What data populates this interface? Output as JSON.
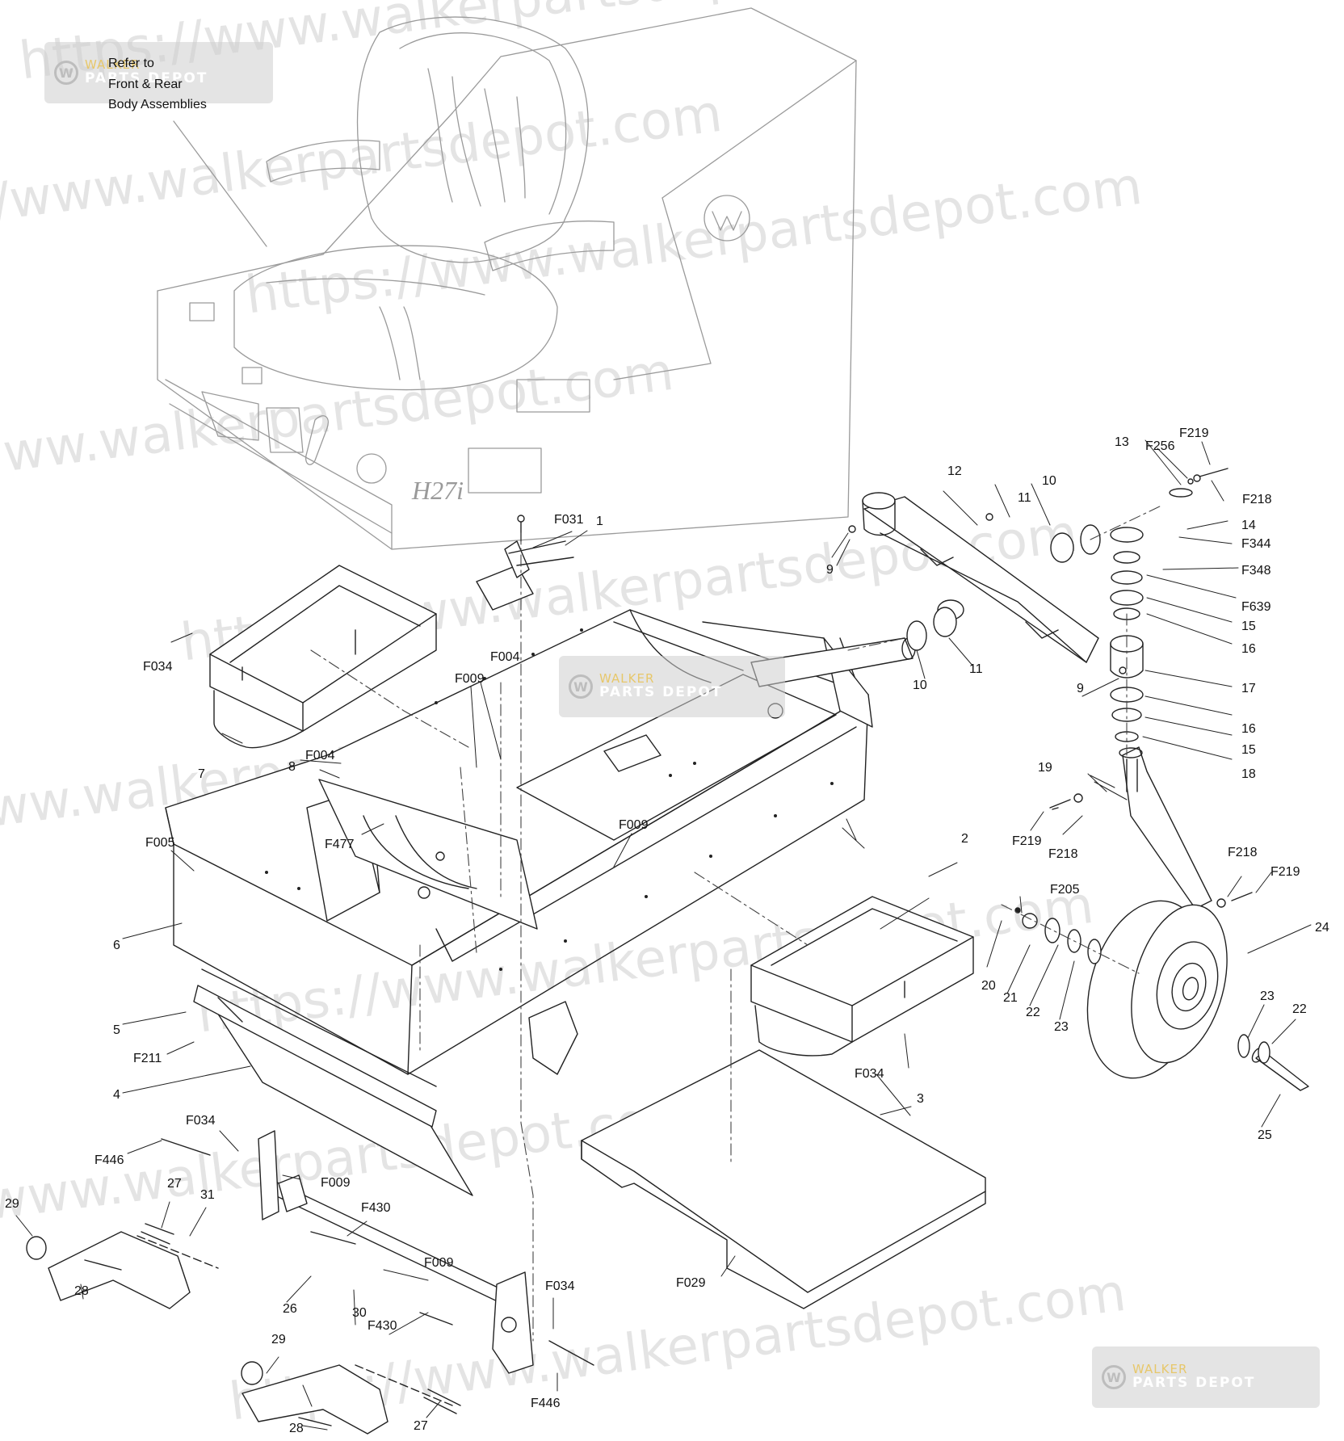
{
  "watermark": {
    "url_text": "https://www.walkerpartsdepot.com",
    "brand_line1": "WALKER",
    "brand_line2": "PARTS DEPOT",
    "logo_icon": "walker-w-logo-icon"
  },
  "note": {
    "line1": "Refer to",
    "line2": "Front & Rear",
    "line3": "Body Assemblies"
  },
  "model_badge": "H27i",
  "callouts": {
    "c1": "1",
    "c2": "2",
    "c3": "3",
    "c4": "4",
    "c5": "5",
    "c6": "6",
    "c7": "7",
    "c8": "8",
    "c9a": "9",
    "c9b": "9",
    "c10a": "10",
    "c10b": "10",
    "c11a": "11",
    "c11b": "11",
    "c12": "12",
    "c13": "13",
    "c14": "14",
    "c15a": "15",
    "c15b": "15",
    "c16a": "16",
    "c16b": "16",
    "c17": "17",
    "c18": "18",
    "c19": "19",
    "c20": "20",
    "c21": "21",
    "c22a": "22",
    "c22b": "22",
    "c23a": "23",
    "c23b": "23",
    "c24": "24",
    "c25": "25",
    "c26": "26",
    "c27a": "27",
    "c27b": "27",
    "c28a": "28",
    "c28b": "28",
    "c29a": "29",
    "c29b": "29",
    "c30": "30",
    "c31": "31",
    "f031": "F031",
    "f004a": "F004",
    "f004b": "F004",
    "f009a": "F009",
    "f009b": "F009",
    "f009c": "F009",
    "f009d": "F009",
    "f034a": "F034",
    "f034b": "F034",
    "f034c": "F034",
    "f034d": "F034",
    "f005": "F005",
    "f477": "F477",
    "f211": "F211",
    "f446a": "F446",
    "f446b": "F446",
    "f430a": "F430",
    "f430b": "F430",
    "f029": "F029",
    "f205": "F205",
    "f218a": "F218",
    "f218b": "F218",
    "f218c": "F218",
    "f219a": "F219",
    "f219b": "F219",
    "f219c": "F219",
    "f256": "F256",
    "f344": "F344",
    "f348": "F348",
    "f639": "F639"
  }
}
